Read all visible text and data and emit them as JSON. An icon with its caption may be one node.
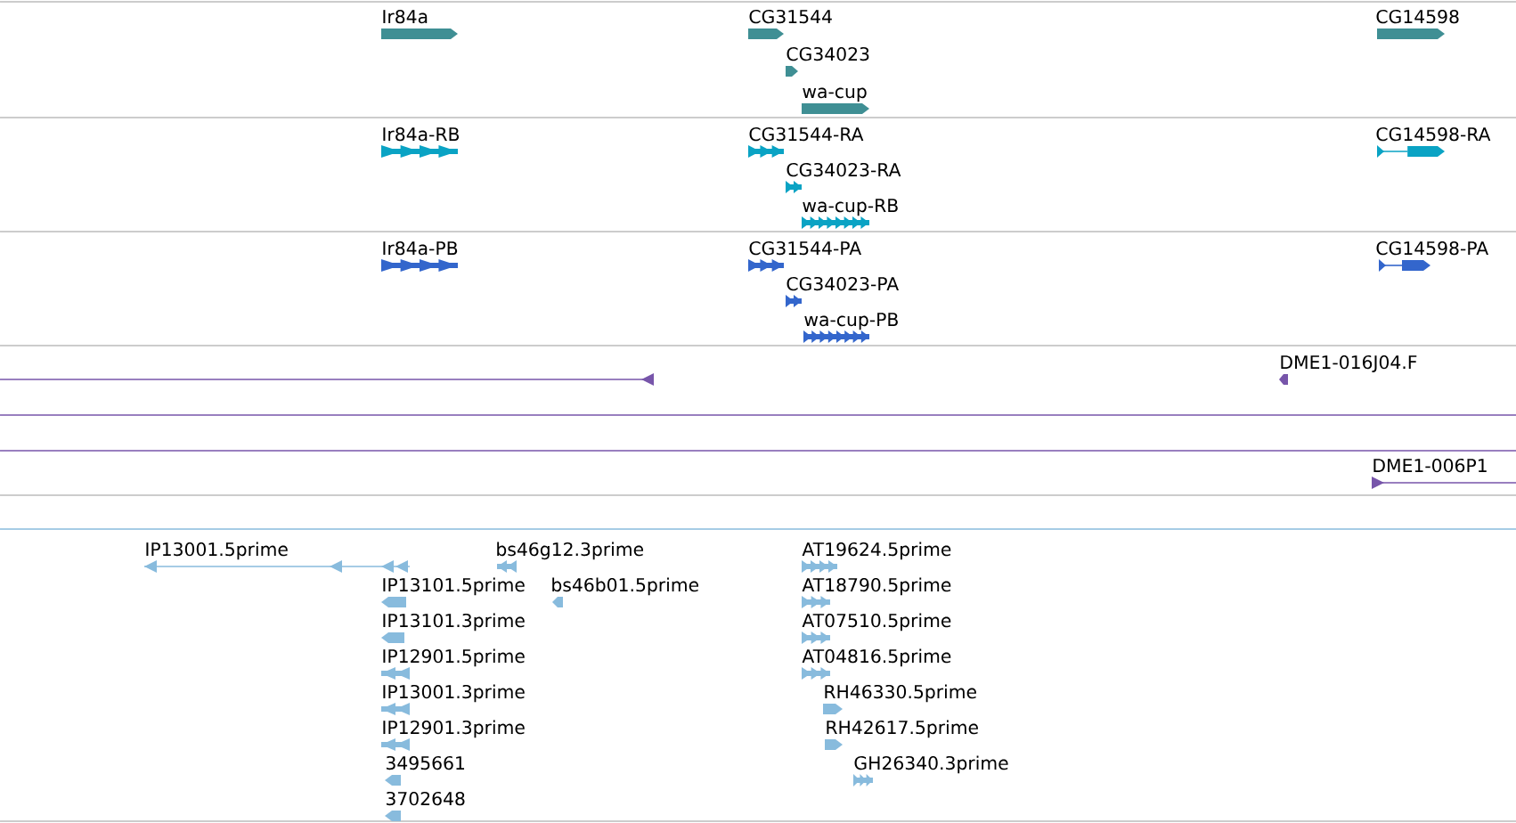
{
  "diagram": {
    "labels": [
      "Ir84a",
      "CG31544",
      "CG14598",
      "CG34023",
      "wa-cup",
      "Ir84a-RB",
      "CG31544-RA",
      "CG14598-RA",
      "CG34023-RA",
      "wa-cup-RB",
      "Ir84a-PB",
      "CG31544-PA",
      "CG14598-PA",
      "CG34023-PA",
      "wa-cup-PB",
      "DME1-016J04.F",
      "DME1-006P1",
      "IP13001.5prime",
      "bs46g12.3prime",
      "AT19624.5prime",
      "IP13101.5prime",
      "bs46b01.5prime",
      "AT18790.5prime",
      "IP13101.3prime",
      "AT07510.5prime",
      "IP12901.5prime",
      "AT04816.5prime",
      "IP13001.3prime",
      "RH46330.5prime",
      "IP12901.3prime",
      "RH42617.5prime",
      "3495661",
      "GH26340.3prime",
      "3702648"
    ]
  }
}
